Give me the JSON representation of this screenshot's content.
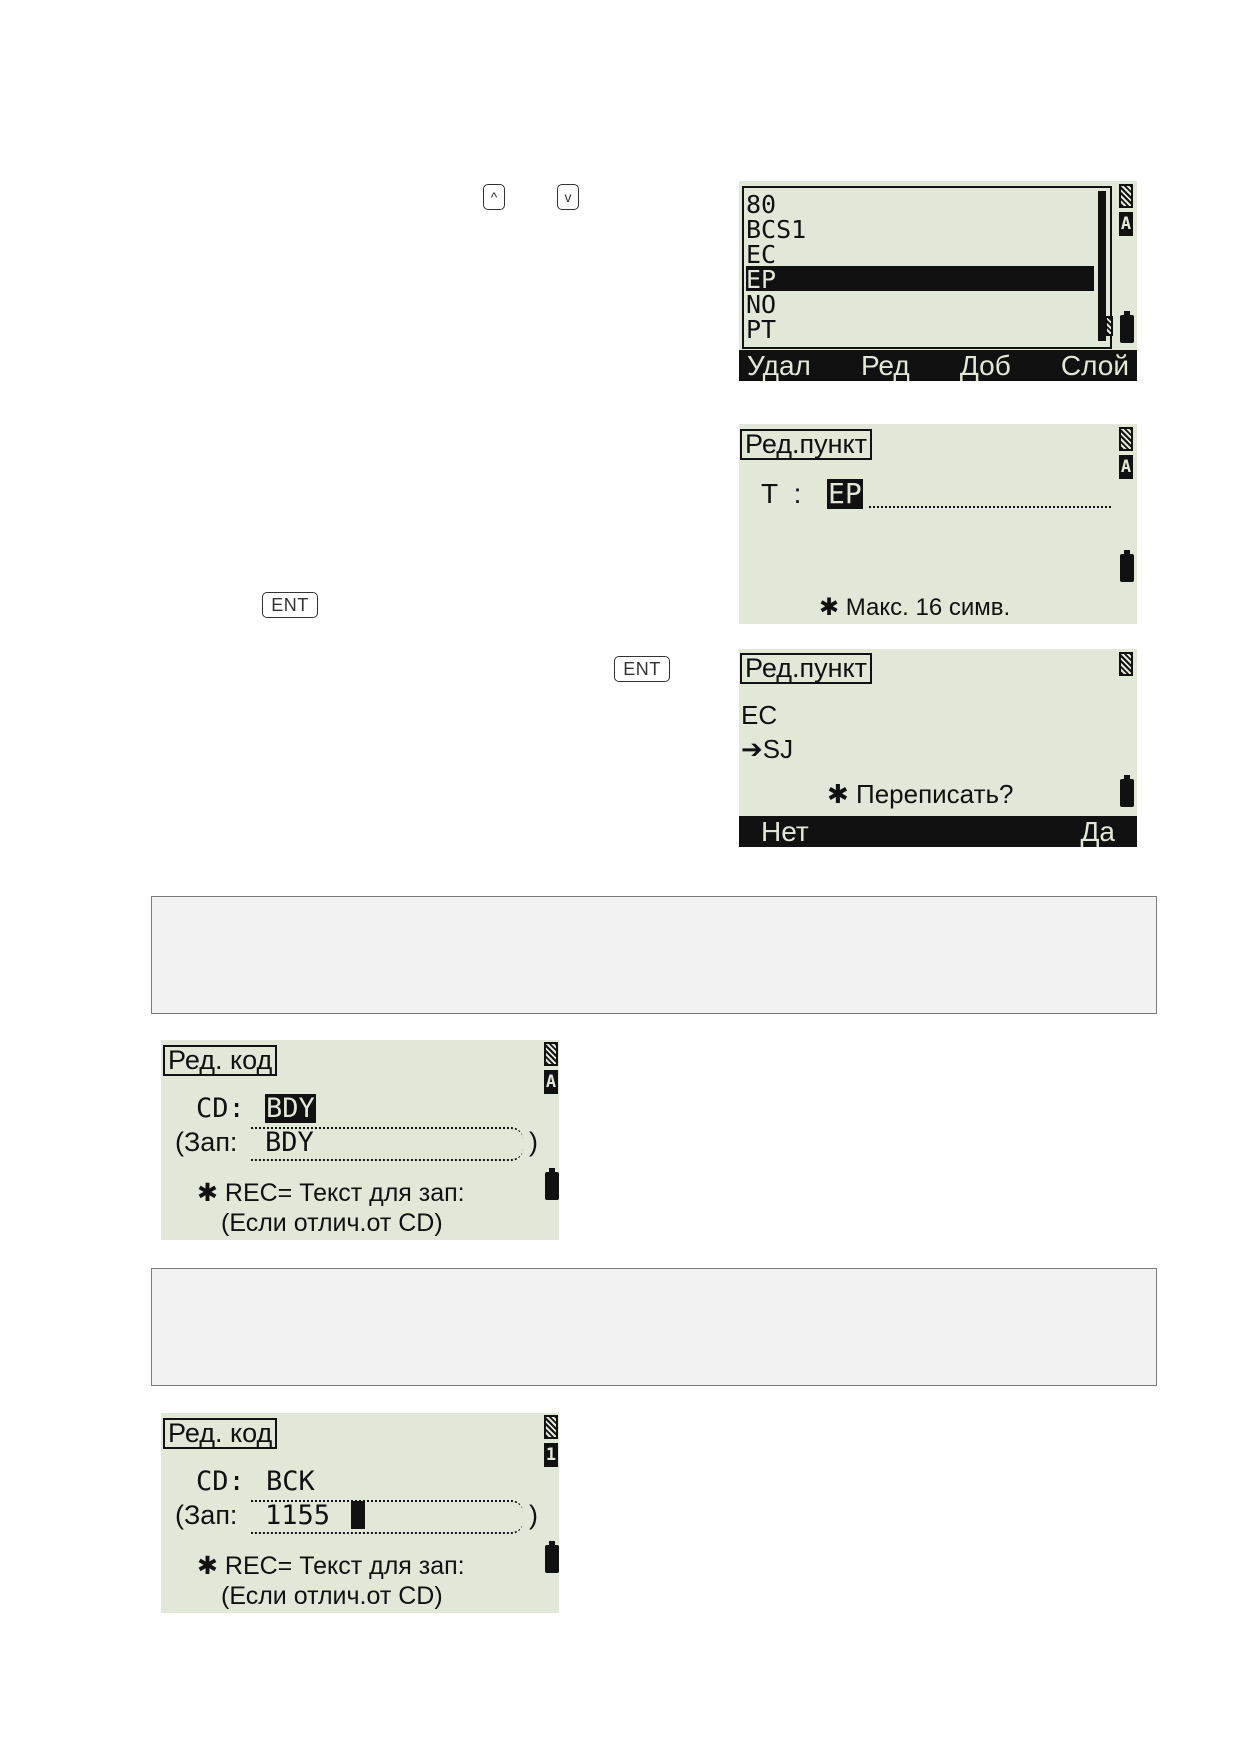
{
  "keys": {
    "up": "^",
    "down": "v",
    "ent": "ENT"
  },
  "screen1": {
    "items": [
      "80",
      "BCS1",
      "EC",
      "EP",
      "NO",
      "PT"
    ],
    "selected_index": 3,
    "mode_indicator": "A",
    "softkeys": [
      "Удал",
      "Ред",
      "Доб",
      "Слой"
    ]
  },
  "screen2": {
    "title": "Ред.пункт",
    "field_label": "Т  :",
    "field_value": "EP",
    "mode_indicator": "A",
    "hint": "✱ Макс. 16 симв."
  },
  "screen3": {
    "title": "Ред.пункт",
    "line1": "EC",
    "line2": "➔SJ",
    "prompt": "✱ Переписать?",
    "softkey_left": "Нет",
    "softkey_right": "Да"
  },
  "screen4": {
    "title": "Ред. код",
    "cd_label": "CD:",
    "cd_value": "BDY",
    "rec_label": "(Зап:",
    "rec_value": "BDY",
    "rec_close": ")",
    "mode_indicator": "A",
    "hint1": "✱ REC= Текст для зап:",
    "hint2": "(Если отлич.от CD)"
  },
  "screen5": {
    "title": "Ред. код",
    "cd_label": "CD:",
    "cd_value": "BCK",
    "rec_label": "(Зап:",
    "rec_value": "1155",
    "rec_close": ")",
    "mode_indicator": "1",
    "hint1": "✱ REC= Текст для зап:",
    "hint2": "(Если отлич.от CD)"
  }
}
